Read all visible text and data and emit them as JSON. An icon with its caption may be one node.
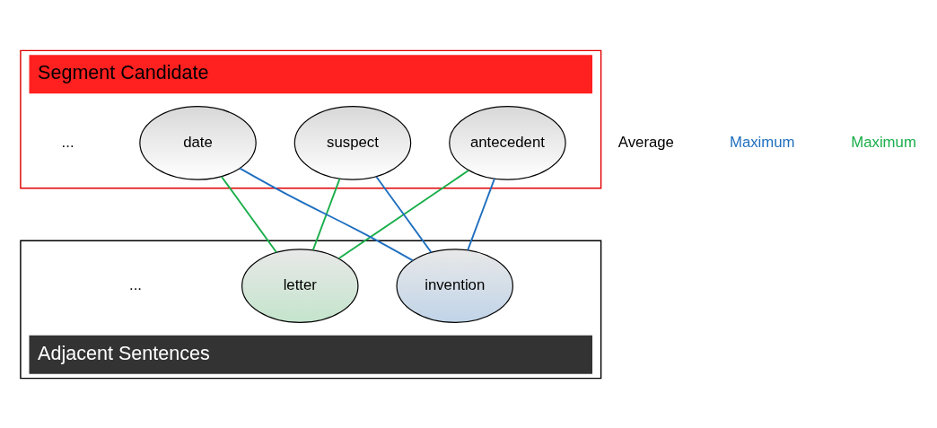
{
  "diagram": {
    "nodes": [
      {
        "text": [
          "Segment Candidate"
        ]
      },
      {
        "text": [
          "antecedent"
        ],
        "in": 0
      },
      {
        "text": [
          "suspect"
        ],
        "in": 0
      },
      {
        "text": [
          "date"
        ],
        "in": 0
      },
      {
        "text": [
          "Adjacent Sentences"
        ]
      },
      {
        "text": [
          "invention"
        ],
        "in": 4
      },
      {
        "text": [
          "letter"
        ],
        "in": 4
      }
    ],
    "edges": [
      {
        "from": 1,
        "to": 5,
        "arrow": "none",
        "color": "#1f6fbf"
      },
      {
        "from": 1,
        "to": 6,
        "arrow": "none",
        "color": "#1aae4a"
      },
      {
        "from": 2,
        "to": 5,
        "arrow": "none",
        "color": "#1f6fbf"
      },
      {
        "from": 2,
        "to": 6,
        "arrow": "none",
        "color": "#1aae4a"
      },
      {
        "from": 3,
        "to": 5,
        "arrow": "none",
        "color": "#1f6fbf"
      },
      {
        "from": 3,
        "to": 6,
        "arrow": "none",
        "color": "#1aae4a"
      }
    ],
    "labels": [
      "...",
      "Average",
      "Maximum",
      "Maximum",
      "..."
    ]
  }
}
